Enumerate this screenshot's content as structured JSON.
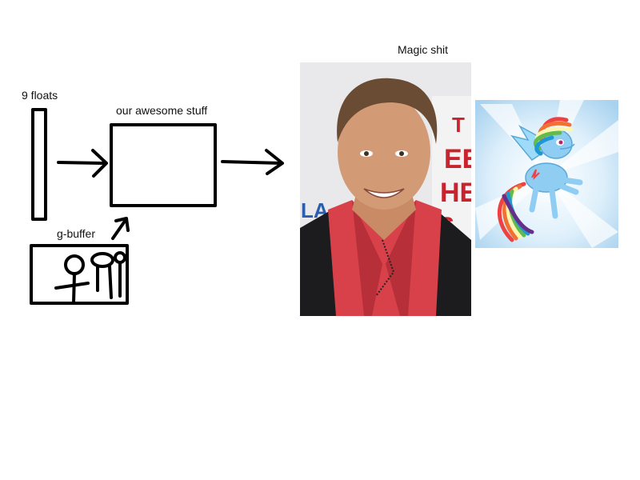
{
  "labels": {
    "input_vector": "9 floats",
    "processor": "our awesome stuff",
    "gbuffer": "g-buffer",
    "magic": "Magic shit"
  },
  "colors": {
    "ink": "#000000",
    "background": "#ffffff",
    "shirt_red": "#d9414a",
    "pony_blue": "#8fcdf2"
  },
  "images": {
    "portrait": "photo-portrait-man-red-shirt",
    "pony": "cartoon-pony-rainbow-mane"
  }
}
